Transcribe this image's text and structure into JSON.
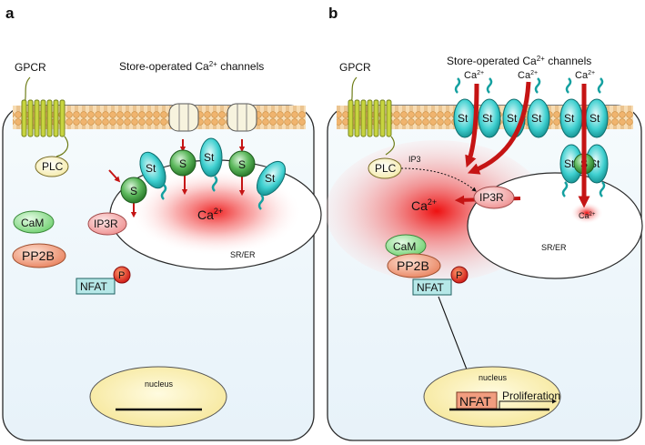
{
  "panel_a": {
    "letter": "a",
    "gpcr": "GPCR",
    "channels_title_prefix": "Store-operated Ca",
    "channels_title_sup": "2+",
    "channels_title_suffix": " channels",
    "plc": "PLC",
    "stim": "S",
    "orai": "St",
    "ca_base": "Ca",
    "ca_sup": "2+",
    "ip3r": "IP3R",
    "sr_er": "SR/ER",
    "cam": "CaM",
    "pp2b": "PP2B",
    "nfat": "NFAT",
    "phospho": "P",
    "nucleus": "nucleus"
  },
  "panel_b": {
    "letter": "b",
    "gpcr": "GPCR",
    "channels_title_prefix": "Store-operated Ca",
    "channels_title_sup": "2+",
    "channels_title_suffix": " channels",
    "ca_base": "Ca",
    "ca_sup": "2+",
    "orai": "St",
    "stim": "S",
    "plc": "PLC",
    "ip3": "IP3",
    "ip3r": "IP3R",
    "sr_er": "SR/ER",
    "cam": "CaM",
    "pp2b": "PP2B",
    "nfat": "NFAT",
    "phospho": "P",
    "nucleus": "nucleus",
    "nfat_nucleus": "NFAT",
    "proliferation": "Proliferation"
  },
  "colors": {
    "cell_fill": "#eef6fb",
    "membrane_head": "#f3c98e",
    "membrane_tail": "#e8b57a",
    "gpcr": "#b8c83a",
    "orai_fill": "#28c4c4",
    "stim_fill": "#3f9e3f",
    "ca_red": "#e01818",
    "arrow_red": "#c51414",
    "cam_fill": "#7fdc7f",
    "pp2b_fill": "#f09a7a",
    "nfat_fill": "#a9e4e4",
    "p_fill": "#d11a1a",
    "nucleus_fill": "#fbf3b3",
    "plc_fill": "#f9f3bf",
    "ip3r_fill": "#f4a6a6"
  }
}
